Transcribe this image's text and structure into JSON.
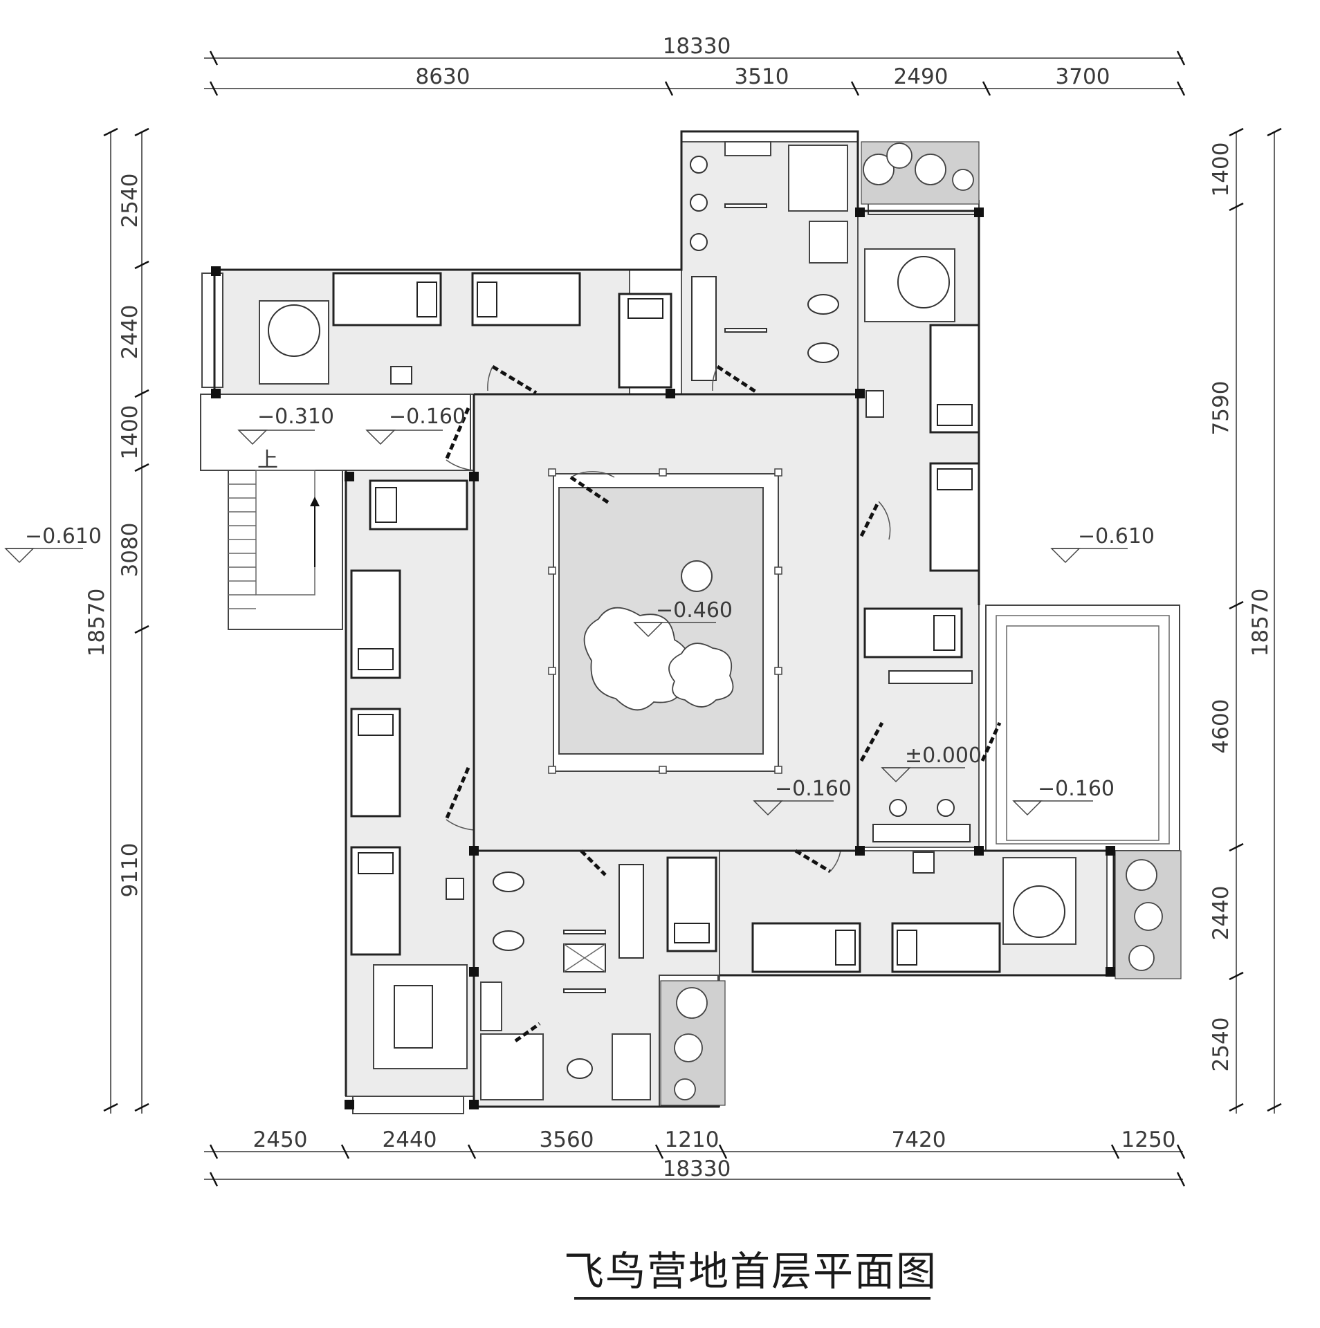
{
  "title": "飞鸟营地首层平面图",
  "dimensions": {
    "top_overall": "18330",
    "top": [
      "8630",
      "3510",
      "2490",
      "3700"
    ],
    "bottom": [
      "2450",
      "2440",
      "3560",
      "1210",
      "7420",
      "1250"
    ],
    "bottom_overall": "18330",
    "left": [
      "2540",
      "2440",
      "1400",
      "3080",
      "9110"
    ],
    "left_overall": "18570",
    "right": [
      "1400",
      "7590",
      "4600",
      "2440",
      "2540"
    ],
    "right_overall": "18570"
  },
  "levels": {
    "entry_left": "−0.310",
    "entry_right": "−0.160",
    "outside_left": "−0.610",
    "outside_right": "−0.610",
    "courtyard": "−0.460",
    "corridor": "−0.160",
    "lobby": "±0.000",
    "terrace": "−0.160"
  },
  "stair_label": "上"
}
